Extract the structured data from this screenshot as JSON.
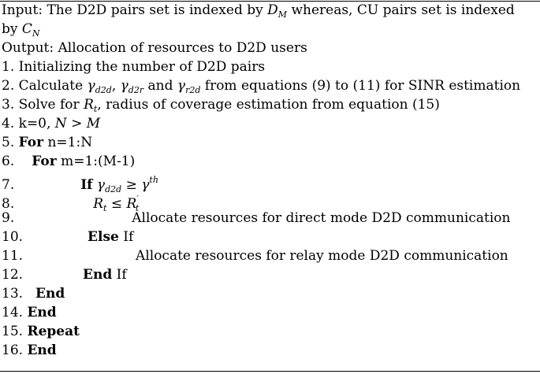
{
  "algorithm": {
    "input_line1": "Input: The D2D pairs set is indexed by ",
    "input_line1_math": "D",
    "input_line1_math_sub": "M",
    "input_line1_mid": " whereas, CU pairs set is indexed",
    "input_line2": "by ",
    "input_line2_math": "C",
    "input_line2_math_sub": "N",
    "output_line": "Output: Allocation of resources to D2D users",
    "step1": "1. Initializing the number of D2D pairs",
    "step2_a": "2. Calculate ",
    "step2_g": "γ",
    "step2_s1": "d2d",
    "step2_s2": "d2r",
    "step2_s3": "r2d",
    "step2_and": " and ",
    "step2_comma": ", ",
    "step2_b": " from equations (9) to (11) for SINR estimation",
    "step3_a": "3. Solve for ",
    "step3_R": "R",
    "step3_t": "t",
    "step3_b": ", radius of coverage estimation from equation (15)",
    "step4_a": "4. k=0, ",
    "step4_math": "N > M",
    "step5_num": "5. ",
    "step5_kw": "For",
    "step5_rest": " n=1:N",
    "step6_num": "6.",
    "step6_kw": "For",
    "step6_rest": " m=1:(M-1)",
    "step7_num": "7.",
    "step7_kw": "If",
    "step7_g": "γ",
    "step7_sub": "d2d",
    "step7_ge": " ≥ ",
    "step7_g2": "γ",
    "step7_sup": "th",
    "step8_num": "8.",
    "step8_R": "R",
    "step8_t": "t",
    "step8_le": " ≤ ",
    "step8_R2": "R",
    "step8_prime": "′",
    "step8_t2": "t",
    "step9_num": "9.",
    "step9_text": "Allocate resources for direct mode D2D communication",
    "step10_num": "10.",
    "step10_kw": "Else",
    "step10_rest": " If",
    "step11_num": "11.",
    "step11_text": "Allocate resources for relay mode D2D communication",
    "step12_num": "12.",
    "step12_kw": "End",
    "step12_rest": " If",
    "step13_num": "13.",
    "step13_kw": "End",
    "step14_num": "14. ",
    "step14_kw": "End",
    "step15_num": "15. ",
    "step15_kw": "Repeat",
    "step16_num": "16. ",
    "step16_kw": "End"
  }
}
